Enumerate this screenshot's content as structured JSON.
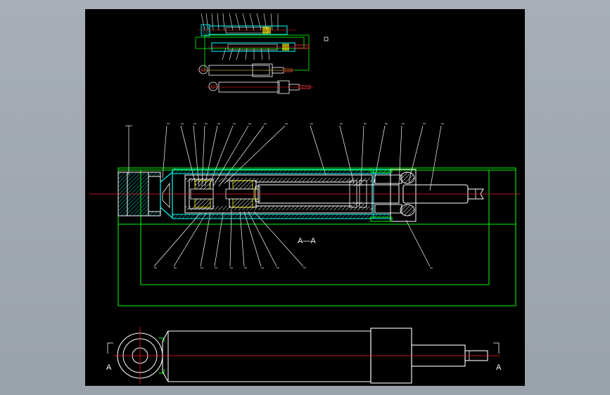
{
  "canvas": {
    "background_color": "#000000",
    "surround_color": "#a0a8b2"
  },
  "section": {
    "title": "A—A",
    "marker_left": "A",
    "marker_right": "A"
  },
  "colors": {
    "outline": "#ffffff",
    "centerline": "#ff2020",
    "border": "#00ff00",
    "housing": "#00ffff",
    "part": "#ffff00",
    "hatch": "#00c8c8"
  }
}
